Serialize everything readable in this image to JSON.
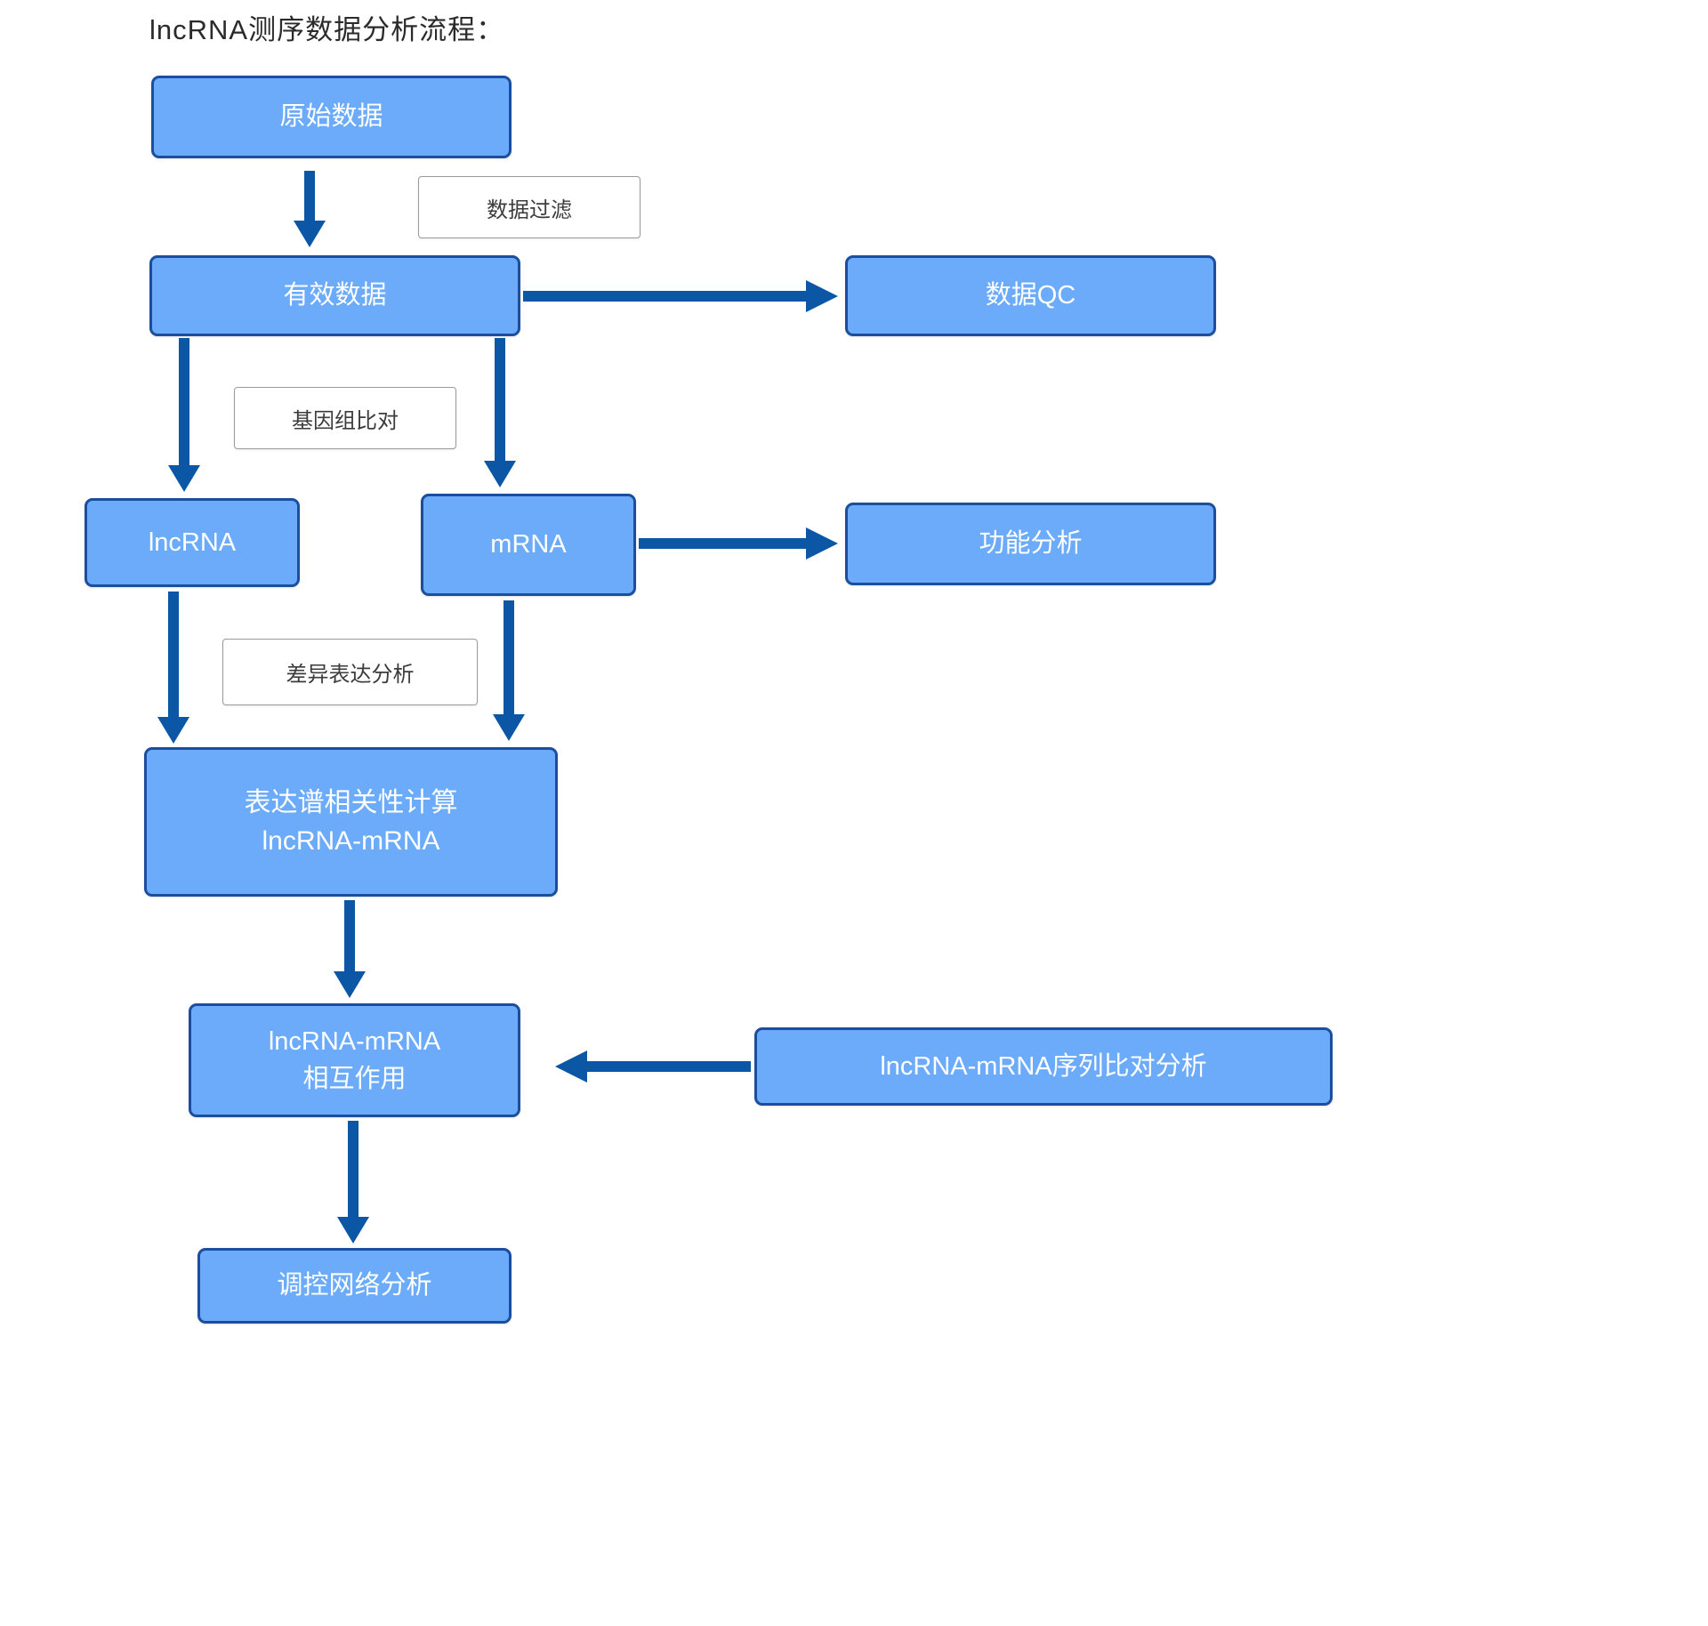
{
  "title": "lncRNA测序数据分析流程：",
  "colors": {
    "box_fill": "#6babfa",
    "box_border": "#1c4e9e",
    "arrow": "#0b57a5",
    "label_border": "#9a9a9a",
    "label_text": "#3c3c3c",
    "title_text": "#2b2b2b"
  },
  "nodes": {
    "raw_data": "原始数据",
    "valid_data": "有效数据",
    "data_qc": "数据QC",
    "lncrna": "lncRNA",
    "mrna": "mRNA",
    "functional_analysis": "功能分析",
    "correlation_line1": "表达谱相关性计算",
    "correlation_line2": "lncRNA-mRNA",
    "interaction_line1": "lncRNA-mRNA",
    "interaction_line2": "相互作用",
    "seq_alignment": "lncRNA-mRNA序列比对分析",
    "network": "调控网络分析"
  },
  "labels": {
    "data_filter": "数据过滤",
    "genome_alignment": "基因组比对",
    "diff_expression": "差异表达分析"
  }
}
